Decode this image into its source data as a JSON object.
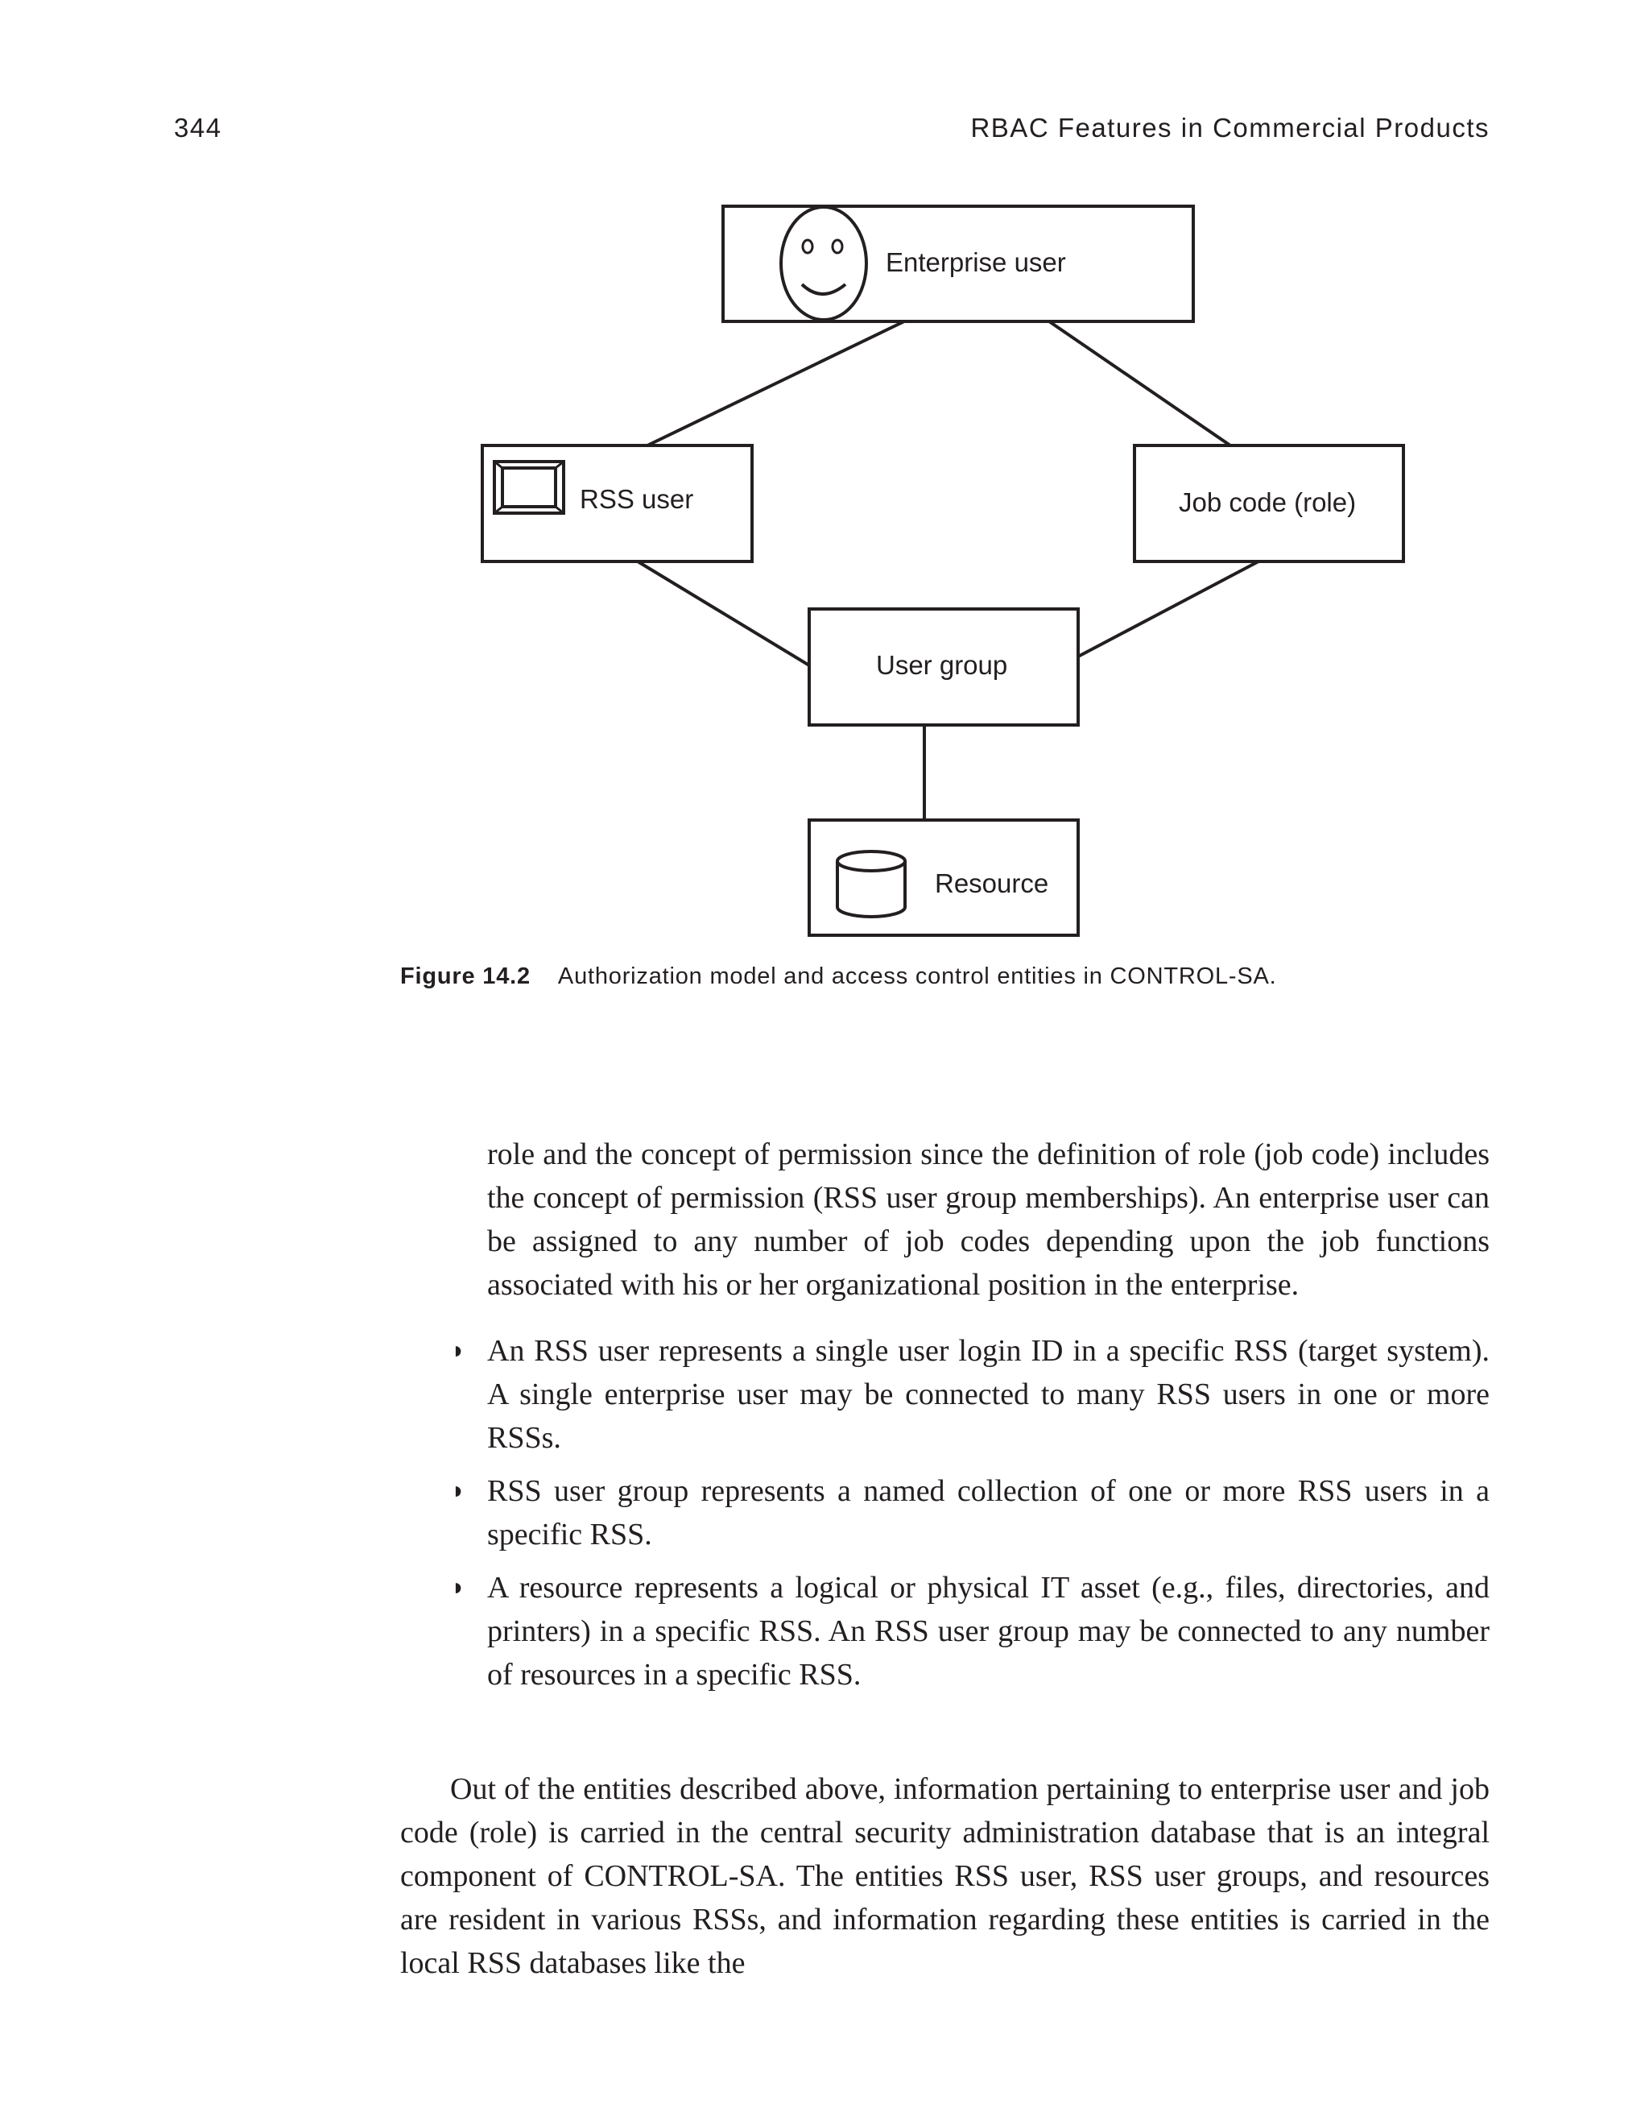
{
  "header": {
    "page_number": "344",
    "running_title": "RBAC Features in Commercial Products"
  },
  "diagram": {
    "nodes": {
      "enterprise_user": "Enterprise user",
      "rss_user": "RSS user",
      "job_code": "Job code (role)",
      "user_group": "User group",
      "resource": "Resource"
    },
    "icons": [
      "face-icon",
      "monitor-icon",
      "database-cylinder-icon"
    ]
  },
  "figure": {
    "label": "Figure 14.2",
    "caption": "Authorization model and access control entities in CONTROL-SA."
  },
  "text": {
    "continuation": "role and the concept of permission since the definition of role (job code) includes the concept of permission (RSS user group memberships). An enterprise user can be assigned to any number of job codes depending upon the job functions associated with his or her organizational position in the enterprise.",
    "bullet_symbol": "◗",
    "bullets": [
      "An RSS user represents a single user login ID in a specific RSS (target system). A single enterprise user may be connected to many RSS users in one or more RSSs.",
      "RSS user group represents a named collection of one or more RSS users in a specific RSS.",
      "A resource represents a logical or physical IT asset (e.g., files, directories, and printers) in a specific RSS. An RSS user group may be connected to any number of resources in a specific RSS."
    ],
    "paragraph": "Out of the entities described above, information pertaining to enterprise user and job code (role) is carried in the central security administration database that is an integral component of CONTROL-SA. The entities RSS user, RSS user groups, and resources are resident in various RSSs, and information regarding these entities is carried in the local RSS databases like the"
  }
}
